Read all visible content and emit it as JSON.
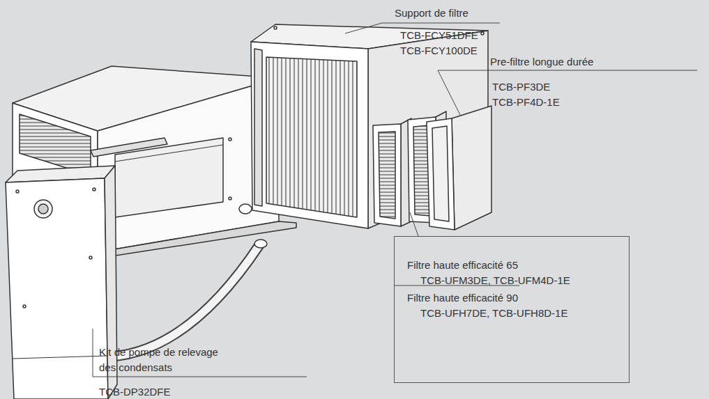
{
  "diagram": {
    "nodes": [
      {
        "text": [
          "Filtre haute efficacité 65",
          "TCB-UFM3DE, TCB-UFM4D-1E",
          "Filtre haute efficacité 90",
          "TCB-UFH7DE, TCB-UFH8D-1E"
        ]
      }
    ],
    "labels": [
      "Support de filtre",
      "TCB-FCY51DFE",
      "TCB-FCY100DE",
      "Pre-filtre longue durée",
      "TCB-PF3DE",
      "TCB-PF4D-1E",
      "Kit de pompe de relevage des condensats",
      "TCB-DP32DFE"
    ]
  }
}
